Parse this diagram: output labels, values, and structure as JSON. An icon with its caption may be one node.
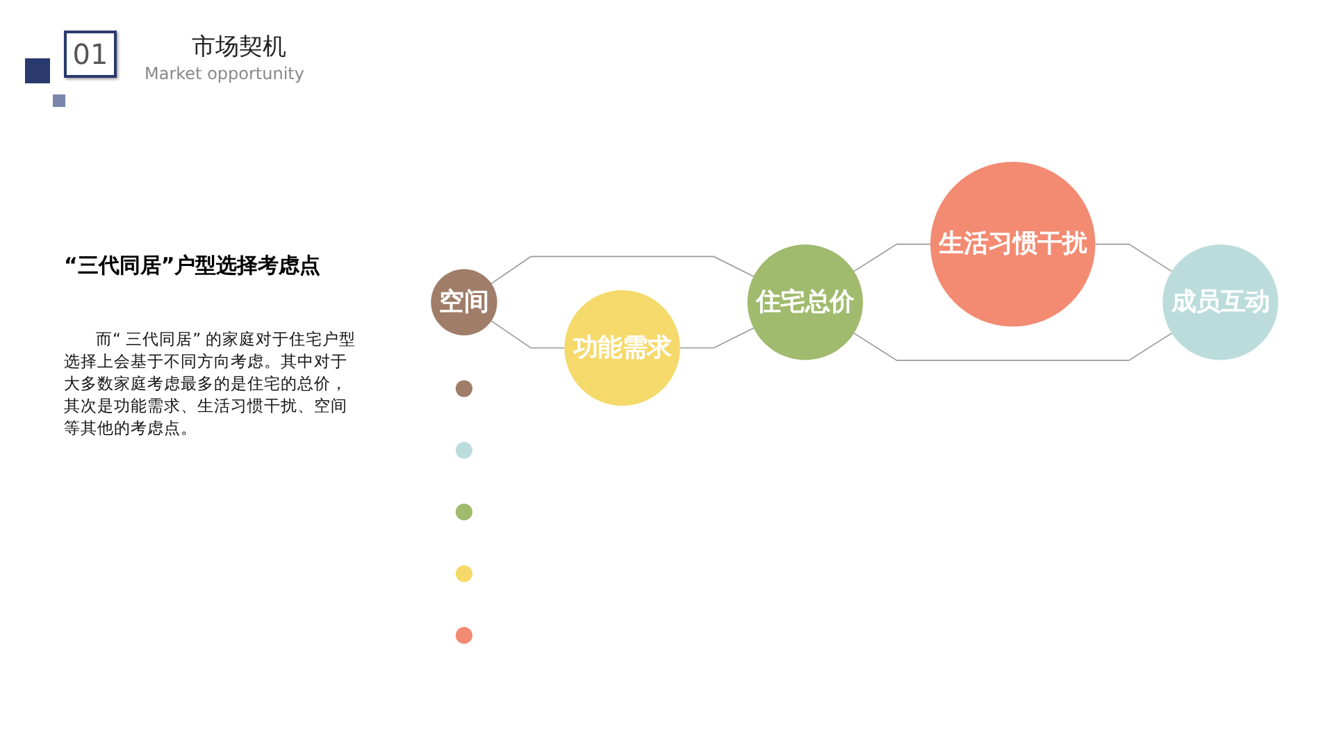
{
  "diagram": {
    "title": "市场契机",
    "nodes": [
      {
        "text": [
          "空间"
        ]
      },
      {
        "text": [
          "生活习惯干扰"
        ]
      },
      {
        "text": [
          "住宅总价"
        ]
      },
      {
        "text": [
          "功能需求"
        ]
      },
      {
        "text": [
          "成员互动"
        ]
      },
      {
        "text": [],
        "shape": "circle"
      },
      {
        "text": [],
        "shape": "circle"
      },
      {
        "text": [],
        "shape": "circle"
      },
      {
        "text": [],
        "shape": "circle"
      },
      {
        "text": [],
        "shape": "circle"
      }
    ],
    "edges": [
      {
        "from": 0,
        "to": 2,
        "arrow": "none"
      },
      {
        "from": 0,
        "to": 3,
        "arrow": "none"
      },
      {
        "from": 3,
        "to": 2,
        "arrow": "none"
      },
      {
        "from": 2,
        "to": 1,
        "arrow": "none"
      },
      {
        "from": 1,
        "to": 4,
        "arrow": "none"
      },
      {
        "from": 2,
        "to": 4,
        "arrow": "none"
      }
    ],
    "labels": [
      "01",
      "Market opportunity",
      "“三代同居”户型选择考虑点",
      "而“ 三代同居” 的家庭对于住宅户型选择上会基于不同方向考虑。其中对于大多数家庭考虑最多的是住宅的总价，其次是功能需求、生活习惯干扰、空间等其他的考虑点。"
    ]
  }
}
